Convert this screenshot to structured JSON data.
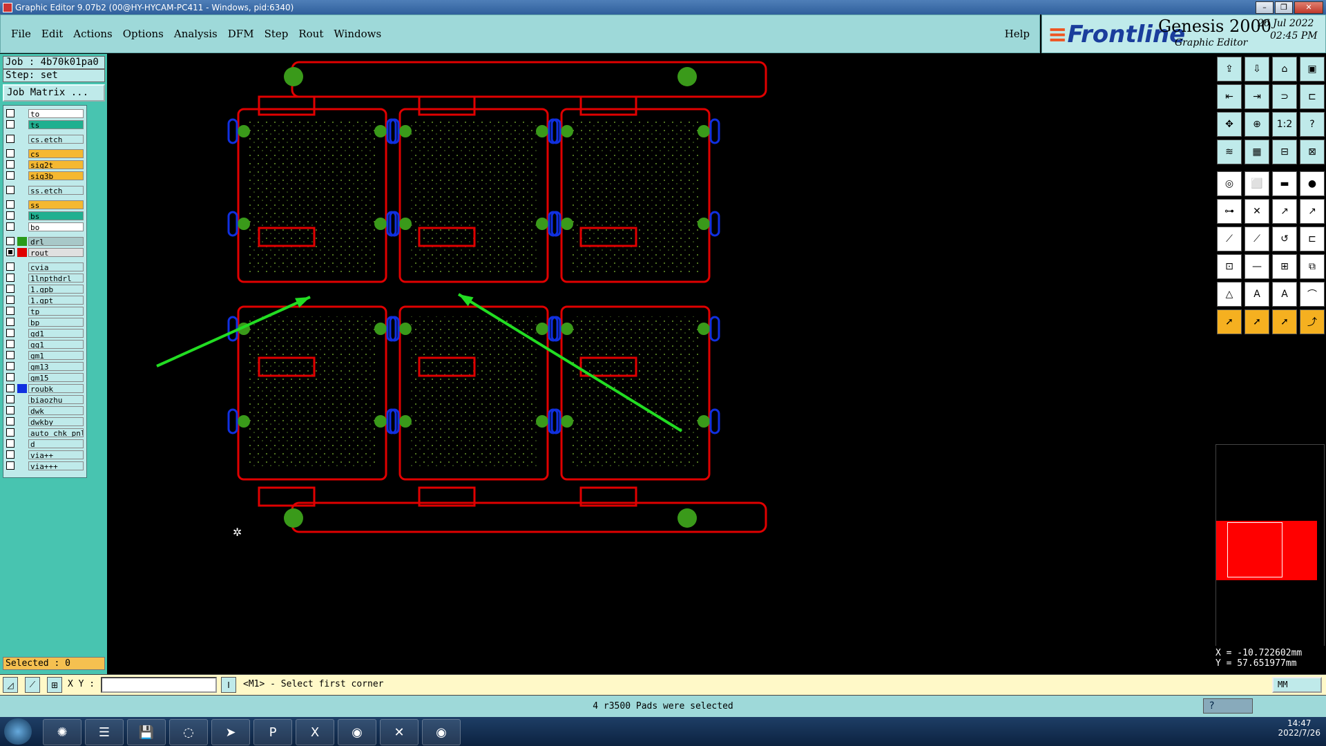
{
  "window": {
    "title": "Graphic Editor 9.07b2 (00@HY-HYCAM-PC411 - Windows, pid:6340)"
  },
  "menu": {
    "items": [
      "File",
      "Edit",
      "Actions",
      "Options",
      "Analysis",
      "DFM",
      "Step",
      "Rout",
      "Windows"
    ],
    "help": "Help"
  },
  "brand": {
    "logo": "Frontline",
    "product": "Genesis 2000",
    "subtitle": "Graphic Editor",
    "date": "26 Jul 2022",
    "time": "02:45 PM"
  },
  "job": {
    "job_label": "Job : 4b70k01pa0",
    "step_label": "Step: set",
    "matrix_button": "Job Matrix ..."
  },
  "layers": [
    {
      "name": "to",
      "bg": "#ffffff",
      "color": null
    },
    {
      "name": "ts",
      "bg": "#20b090",
      "color": null
    },
    {
      "name": "cs.etch",
      "bg": "#bfeaea",
      "color": null
    },
    {
      "name": "cs",
      "bg": "#f5b830",
      "color": null
    },
    {
      "name": "sig2t",
      "bg": "#f5b830",
      "color": null
    },
    {
      "name": "sig3b",
      "bg": "#f5b830",
      "color": null
    },
    {
      "name": "ss.etch",
      "bg": "#bfeaea",
      "color": null
    },
    {
      "name": "ss",
      "bg": "#f5b830",
      "color": null
    },
    {
      "name": "bs",
      "bg": "#20b090",
      "color": null
    },
    {
      "name": "bo",
      "bg": "#ffffff",
      "color": null
    },
    {
      "name": "drl",
      "bg": "#a8c8c8",
      "color": "#2a9a1a"
    },
    {
      "name": "rout",
      "bg": "#e0e0e0",
      "color": "#e00000"
    },
    {
      "name": "cvia",
      "bg": "#bfeaea",
      "color": null
    },
    {
      "name": "1lnpthdrl",
      "bg": "#bfeaea",
      "color": null
    },
    {
      "name": "1.gpb",
      "bg": "#bfeaea",
      "color": null
    },
    {
      "name": "1.gpt",
      "bg": "#bfeaea",
      "color": null
    },
    {
      "name": "tp",
      "bg": "#bfeaea",
      "color": null
    },
    {
      "name": "bp",
      "bg": "#bfeaea",
      "color": null
    },
    {
      "name": "gd1",
      "bg": "#bfeaea",
      "color": null
    },
    {
      "name": "gg1",
      "bg": "#bfeaea",
      "color": null
    },
    {
      "name": "gm1",
      "bg": "#bfeaea",
      "color": null
    },
    {
      "name": "gm13",
      "bg": "#bfeaea",
      "color": null
    },
    {
      "name": "gm15",
      "bg": "#bfeaea",
      "color": null
    },
    {
      "name": "roubk",
      "bg": "#bfeaea",
      "color": "#1030e0"
    },
    {
      "name": "biaozhu",
      "bg": "#bfeaea",
      "color": null
    },
    {
      "name": "dwk",
      "bg": "#bfeaea",
      "color": null
    },
    {
      "name": "dwkby",
      "bg": "#bfeaea",
      "color": null
    },
    {
      "name": "auto_chk_pnl",
      "bg": "#bfeaea",
      "color": null
    },
    {
      "name": "d",
      "bg": "#bfeaea",
      "color": null
    },
    {
      "name": "via++",
      "bg": "#bfeaea",
      "color": null
    },
    {
      "name": "via+++",
      "bg": "#bfeaea",
      "color": null
    }
  ],
  "selection": {
    "label": "Selected : 0"
  },
  "coords": {
    "x": "X = -10.722602mm",
    "y": "Y =  57.651977mm"
  },
  "command": {
    "xy_label": "X Y :",
    "prompt": "<M1> - Select first corner",
    "units": "MM"
  },
  "status": {
    "message": "4 r3500 Pads were selected"
  },
  "clock": {
    "time": "14:47",
    "date": "2022/7/26"
  },
  "colors": {
    "rout": "#e00000",
    "drl": "#3a9a1a",
    "roubk": "#1030e0",
    "arrow": "#22dd22",
    "panel": "#9ed9d9"
  },
  "toolbar_icons": [
    "zoom-home-icon",
    "zoom-fit-icon",
    "home-icon",
    "window-icon",
    "pan-left-icon",
    "pan-right-icon",
    "snap-icon",
    "layout-icon",
    "fit-icon",
    "center-icon",
    "scale-icon",
    "help-icon",
    "measure-icon",
    "grid-icon",
    "profile-icon",
    "filter-icon",
    "feature-icon",
    "polygon-icon",
    "ruler-icon",
    "pad-icon",
    "connect-icon",
    "delete-icon",
    "edit-node-icon",
    "move-node-icon",
    "line-icon",
    "line-alt-icon",
    "arc-icon",
    "split-icon",
    "add-pad-icon",
    "minus-icon",
    "dimension-icon",
    "copy-icon",
    "triangle-icon",
    "text-icon",
    "text-arc-icon",
    "text-line-icon",
    "pointer-icon",
    "pointer-select-icon",
    "pointer-zoom-icon",
    "route-icon"
  ],
  "taskbar_apps": [
    "start",
    "shell",
    "notepad",
    "save",
    "swirl",
    "arrow",
    "nav",
    "excel",
    "genesis",
    "cad",
    "genesis2"
  ]
}
